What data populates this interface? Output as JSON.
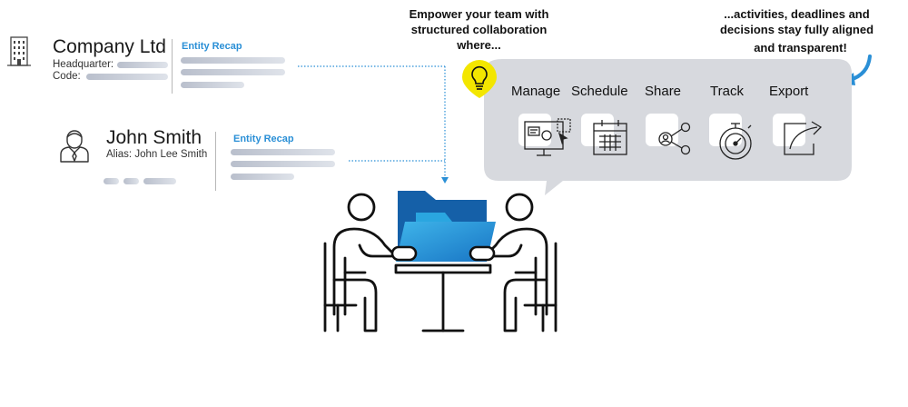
{
  "company": {
    "name": "Company Ltd",
    "headquarter_label": "Headquarter:",
    "code_label": "Code:",
    "recap_title": "Entity Recap"
  },
  "person": {
    "name": "John Smith",
    "alias": "Alias: John Lee Smith",
    "recap_title": "Entity Recap"
  },
  "headline_left": [
    "Empower your team with",
    "structured collaboration",
    "where..."
  ],
  "headline_right": [
    "...activities, deadlines and",
    "decisions stay fully aligned",
    "and transparent!"
  ],
  "features": [
    {
      "label": "Manage",
      "icon": "monitor-manage-icon"
    },
    {
      "label": "Schedule",
      "icon": "calendar-icon"
    },
    {
      "label": "Share",
      "icon": "share-icon"
    },
    {
      "label": "Track",
      "icon": "stopwatch-icon"
    },
    {
      "label": "Export",
      "icon": "export-icon"
    }
  ],
  "colors": {
    "accent_blue": "#2a8fd6",
    "bubble_gray": "#d7d9de",
    "bulb_yellow": "#f3e600",
    "folder_dark": "#1560a8",
    "folder_light": "#2aa6e0"
  }
}
